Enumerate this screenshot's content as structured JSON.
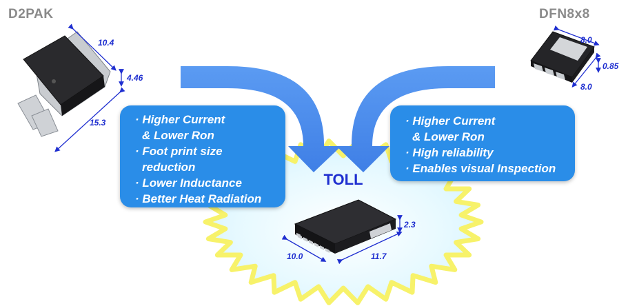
{
  "packages": {
    "left": {
      "name": "D2PAK",
      "dims": {
        "width": "10.4",
        "height": "4.46",
        "length": "15.3"
      }
    },
    "right": {
      "name": "DFN8x8",
      "dims": {
        "top": "8.0",
        "height": "0.85",
        "side": "8.0"
      }
    },
    "center": {
      "name": "TOLL",
      "dims": {
        "height": "2.3",
        "width": "10.0",
        "length": "11.7"
      }
    }
  },
  "callouts": {
    "left": [
      "Higher Current",
      "& Lower Ron",
      "Foot print size",
      "reduction",
      "Lower Inductance",
      "Better Heat Radiation"
    ],
    "right": [
      "Higher Current",
      "& Lower Ron",
      "High reliability",
      "Enables visual Inspection"
    ]
  },
  "colors": {
    "arrow": "#4f8ff0",
    "callout": "#2a8de8",
    "dimension": "#1f2fd0",
    "burst": "#eefbff",
    "title_gray": "#8a8a8a"
  }
}
